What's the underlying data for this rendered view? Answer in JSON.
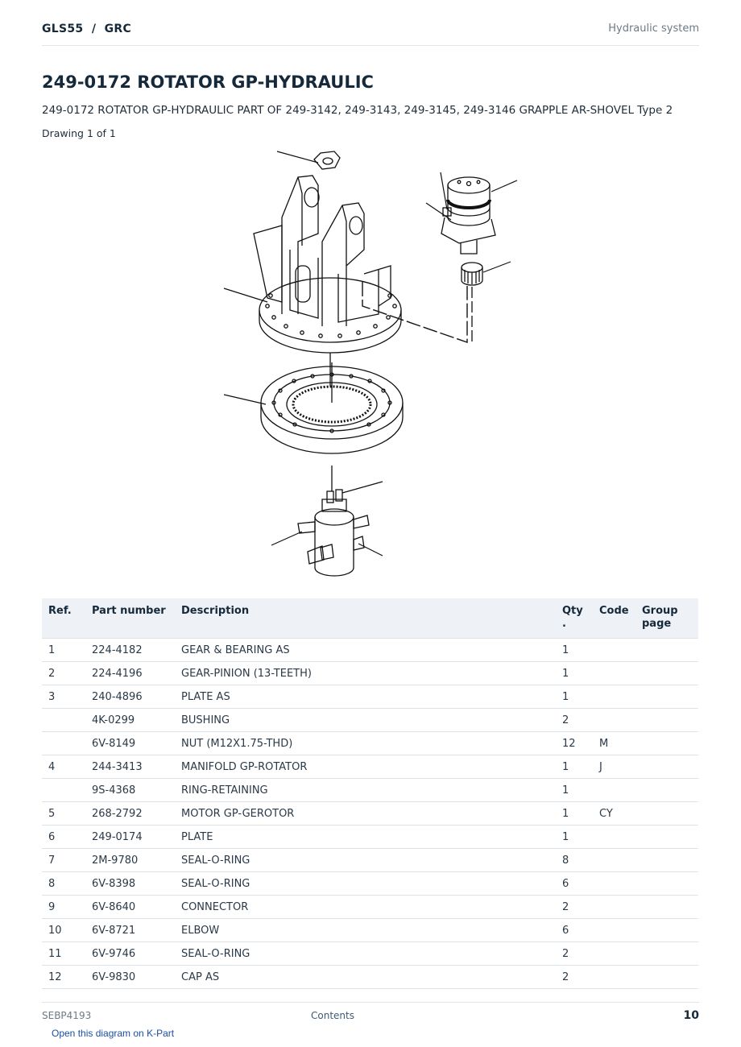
{
  "header": {
    "brand": "GLS55  /  GRC",
    "section": "Hydraulic system"
  },
  "title": "249-0172 ROTATOR GP-HYDRAULIC",
  "subtitle": "249-0172 ROTATOR GP-HYDRAULIC PART OF 249-3142, 249-3143, 249-3145, 249-3146 GRAPPLE AR-SHOVEL Type 2",
  "drawing_label": "Drawing 1 of 1",
  "table": {
    "headers": {
      "ref": "Ref.",
      "part": "Part number",
      "desc": "Description",
      "qty": "Qty\n.",
      "code": "Code",
      "group": "Group\npage"
    },
    "rows": [
      {
        "ref": "1",
        "part": "224-4182",
        "desc": "GEAR & BEARING AS",
        "qty": "1",
        "code": "",
        "group": ""
      },
      {
        "ref": "2",
        "part": "224-4196",
        "desc": "GEAR-PINION (13-TEETH)",
        "qty": "1",
        "code": "",
        "group": ""
      },
      {
        "ref": "3",
        "part": "240-4896",
        "desc": "PLATE AS",
        "qty": "1",
        "code": "",
        "group": ""
      },
      {
        "ref": "",
        "part": "4K-0299",
        "desc": "BUSHING",
        "qty": "2",
        "code": "",
        "group": ""
      },
      {
        "ref": "",
        "part": "6V-8149",
        "desc": "NUT (M12X1.75-THD)",
        "qty": "12",
        "code": "M",
        "group": ""
      },
      {
        "ref": "4",
        "part": "244-3413",
        "desc": "MANIFOLD GP-ROTATOR",
        "qty": "1",
        "code": "J",
        "group": ""
      },
      {
        "ref": "",
        "part": "9S-4368",
        "desc": "RING-RETAINING",
        "qty": "1",
        "code": "",
        "group": ""
      },
      {
        "ref": "5",
        "part": "268-2792",
        "desc": "MOTOR GP-GEROTOR",
        "qty": "1",
        "code": "CY",
        "group": ""
      },
      {
        "ref": "6",
        "part": "249-0174",
        "desc": "PLATE",
        "qty": "1",
        "code": "",
        "group": ""
      },
      {
        "ref": "7",
        "part": "2M-9780",
        "desc": "SEAL-O-RING",
        "qty": "8",
        "code": "",
        "group": ""
      },
      {
        "ref": "8",
        "part": "6V-8398",
        "desc": "SEAL-O-RING",
        "qty": "6",
        "code": "",
        "group": ""
      },
      {
        "ref": "9",
        "part": "6V-8640",
        "desc": "CONNECTOR",
        "qty": "2",
        "code": "",
        "group": ""
      },
      {
        "ref": "10",
        "part": "6V-8721",
        "desc": "ELBOW",
        "qty": "6",
        "code": "",
        "group": ""
      },
      {
        "ref": "11",
        "part": "6V-9746",
        "desc": "SEAL-O-RING",
        "qty": "2",
        "code": "",
        "group": ""
      },
      {
        "ref": "12",
        "part": "6V-9830",
        "desc": "CAP AS",
        "qty": "2",
        "code": "",
        "group": ""
      }
    ]
  },
  "footer": {
    "doc": "SEBP4193",
    "contents": "Contents",
    "page": "10"
  },
  "kpart_link": "Open this diagram on K-Part"
}
